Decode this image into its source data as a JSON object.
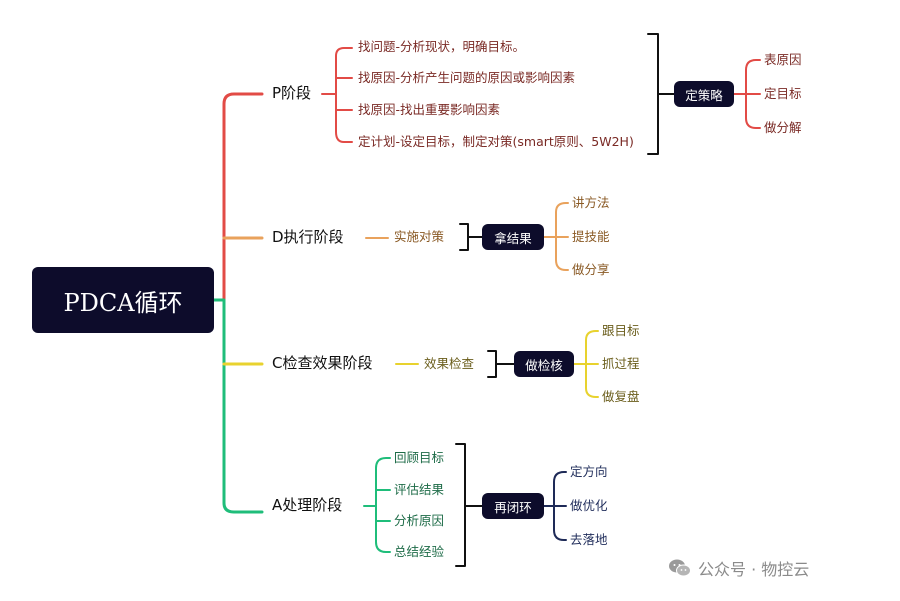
{
  "root": "PDCA循环",
  "colors": {
    "p": "#e24b46",
    "d": "#e9a25c",
    "c": "#e8d22e",
    "a": "#1fbd7a",
    "red_leaf": "#e24b46",
    "blue_leaf": "#1e2a57",
    "node": "#0d0c2b"
  },
  "stages": {
    "p": {
      "title": "P阶段",
      "items": [
        "找问题-分析现状，明确目标。",
        "找原因-分析产生问题的原因或影响因素",
        "找原因-找出重要影响因素",
        "定计划-设定目标，制定对策(smart原则、5W2H)"
      ],
      "node": "定策略",
      "outcomes": [
        "表原因",
        "定目标",
        "做分解"
      ]
    },
    "d": {
      "title": "D执行阶段",
      "items": [
        "实施对策"
      ],
      "node": "拿结果",
      "outcomes": [
        "讲方法",
        "提技能",
        "做分享"
      ]
    },
    "c": {
      "title": "C检查效果阶段",
      "items": [
        "效果检查"
      ],
      "node": "做检核",
      "outcomes": [
        "跟目标",
        "抓过程",
        "做复盘"
      ]
    },
    "a": {
      "title": "A处理阶段",
      "items": [
        "回顾目标",
        "评估结果",
        "分析原因",
        "总结经验"
      ],
      "node": "再闭环",
      "outcomes": [
        "定方向",
        "做优化",
        "去落地"
      ]
    }
  },
  "watermark": {
    "icon": "wechat-icon",
    "text": "公众号 · 物控云"
  }
}
